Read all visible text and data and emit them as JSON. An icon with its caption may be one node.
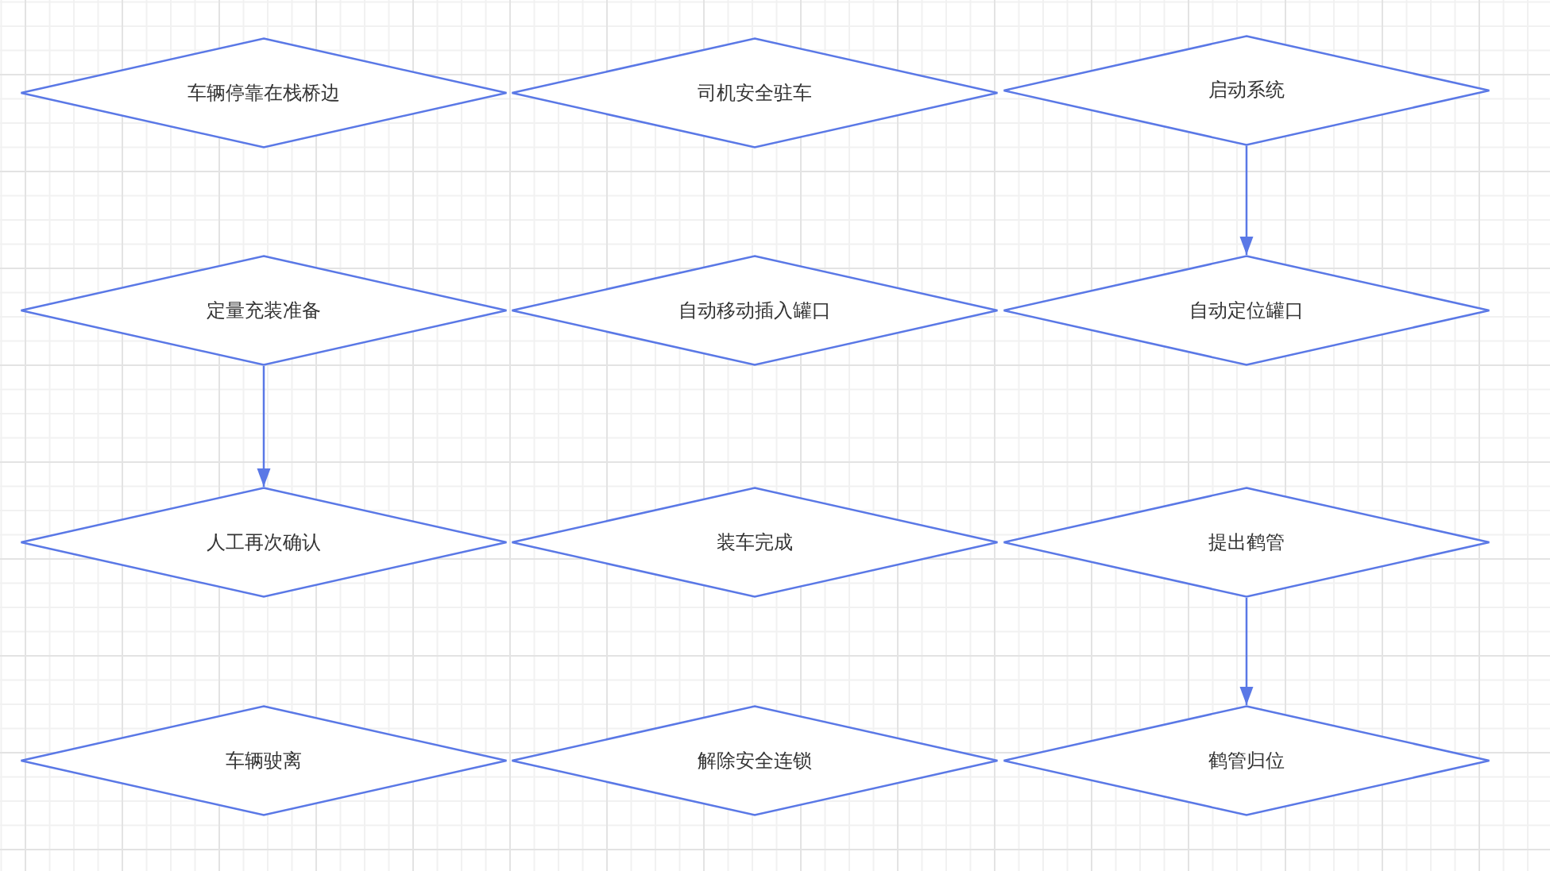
{
  "diagram": {
    "nodes": [
      {
        "text": [
          "车辆停靠在栈桥边"
        ]
      },
      {
        "text": [
          "司机安全驻车"
        ]
      },
      {
        "text": [
          "启动系统"
        ]
      },
      {
        "text": [
          "定量充装准备"
        ]
      },
      {
        "text": [
          "自动移动插入罐口"
        ]
      },
      {
        "text": [
          "自动定位罐口"
        ]
      },
      {
        "text": [
          "人工再次确认"
        ]
      },
      {
        "text": [
          "装车完成"
        ]
      },
      {
        "text": [
          "提出鹤管"
        ]
      },
      {
        "text": [
          "车辆驶离"
        ]
      },
      {
        "text": [
          "解除安全连锁"
        ]
      },
      {
        "text": [
          "鹤管归位"
        ]
      }
    ],
    "edges": [
      {
        "from": 2,
        "to": 5,
        "arrow": "to"
      },
      {
        "from": 3,
        "to": 6,
        "arrow": "to"
      },
      {
        "from": 8,
        "to": 11,
        "arrow": "to"
      }
    ]
  }
}
